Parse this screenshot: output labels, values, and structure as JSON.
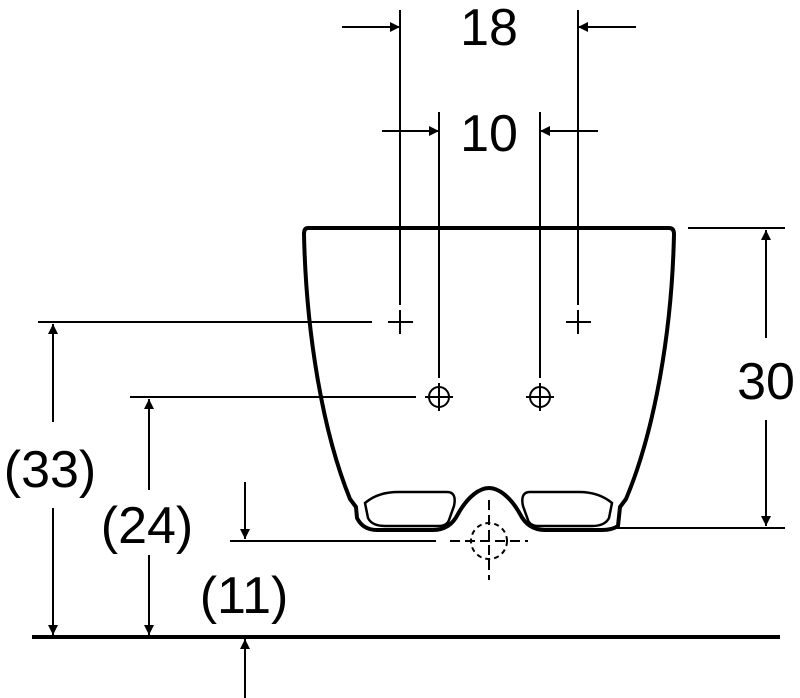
{
  "dimensions": {
    "outer_spacing": "18",
    "inner_spacing": "10",
    "height": "30",
    "supply_height": "(33)",
    "outlet_height": "(24)",
    "drain_height": "(11)"
  },
  "colors": {
    "line": "#000000",
    "background": "#ffffff"
  }
}
